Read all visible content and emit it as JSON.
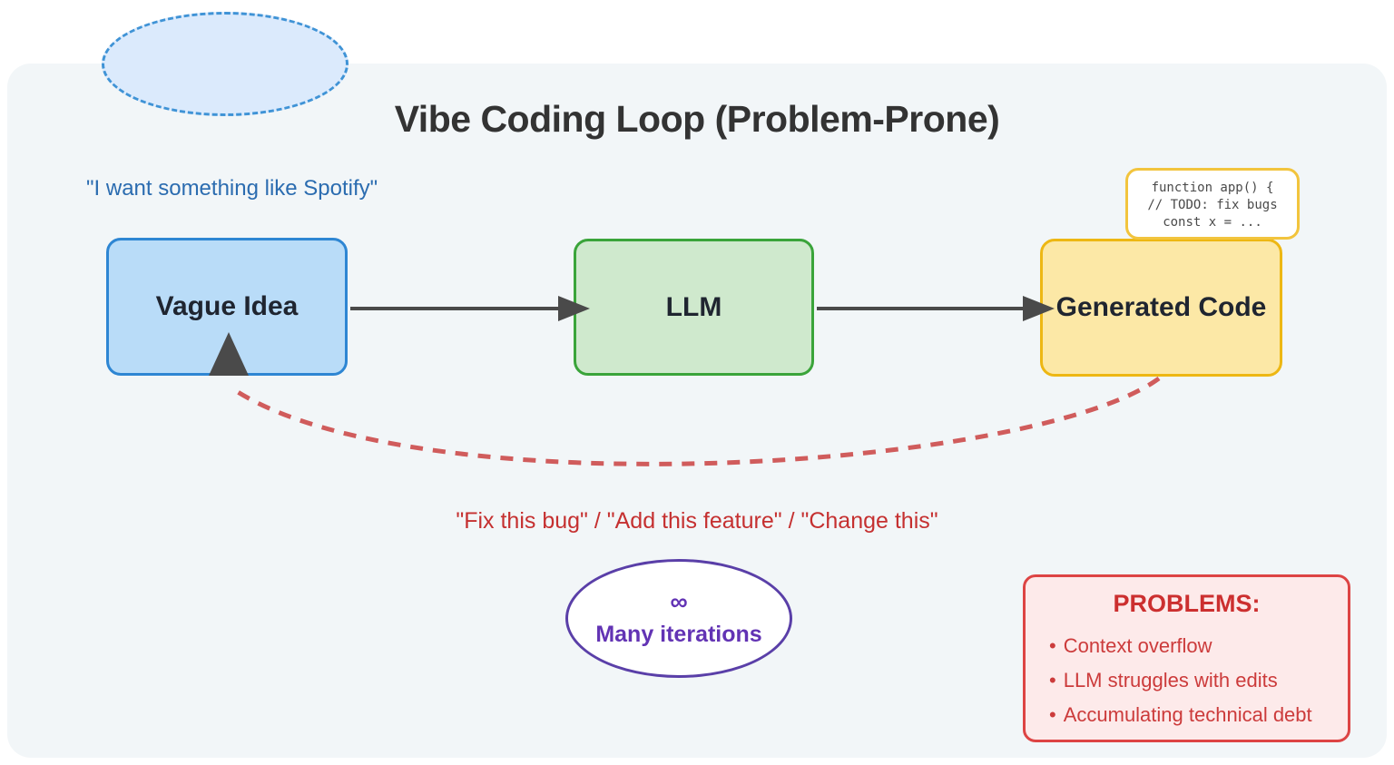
{
  "title": "Vibe Coding Loop (Problem-Prone)",
  "annotations": {
    "idea_quote": "\"I want something like Spotify\"",
    "iteration_quote": "\"Fix this bug\" / \"Add this feature\" / \"Change this\""
  },
  "nodes": [
    {
      "id": "vague-idea",
      "label": "Vague Idea",
      "fill": "#b9dcf8",
      "border": "#2e86d3"
    },
    {
      "id": "llm",
      "label": "LLM",
      "fill": "#cfe9cd",
      "border": "#3aa43a"
    },
    {
      "id": "generated-code",
      "label": "Generated Code",
      "fill": "#fce8a6",
      "border": "#edb713"
    }
  ],
  "code_snippet": {
    "lines": [
      "function app() {",
      "// TODO: fix bugs",
      "const x = ..."
    ]
  },
  "loop_badge": {
    "symbol": "∞",
    "label": "Many iterations"
  },
  "problems": {
    "title": "PROBLEMS:",
    "bullet": "•",
    "items": [
      "Context overflow",
      "LLM struggles with edits",
      "Accumulating technical debt"
    ]
  },
  "colors": {
    "page_bg": "#ffffff",
    "panel_bg": "#f2f6f8",
    "title": "#333333",
    "idea_quote": "#2b6cb0",
    "node_label": "#1f2530",
    "code_border": "#f2c43d",
    "code_text": "#4a4a4a",
    "arrow": "#4a4a4a",
    "feedback": "#d05c5c",
    "iteration_quote": "#c53030",
    "loop_border": "#5a3fa8",
    "loop_text": "#6233b4",
    "problems_bg": "#fdeaea",
    "problems_border": "#dd4444",
    "problems_title": "#cc2f2f",
    "problems_text": "#cc3b3b",
    "bubble_border": "#3f93d6",
    "bubble_fill": "#dbeafc"
  }
}
